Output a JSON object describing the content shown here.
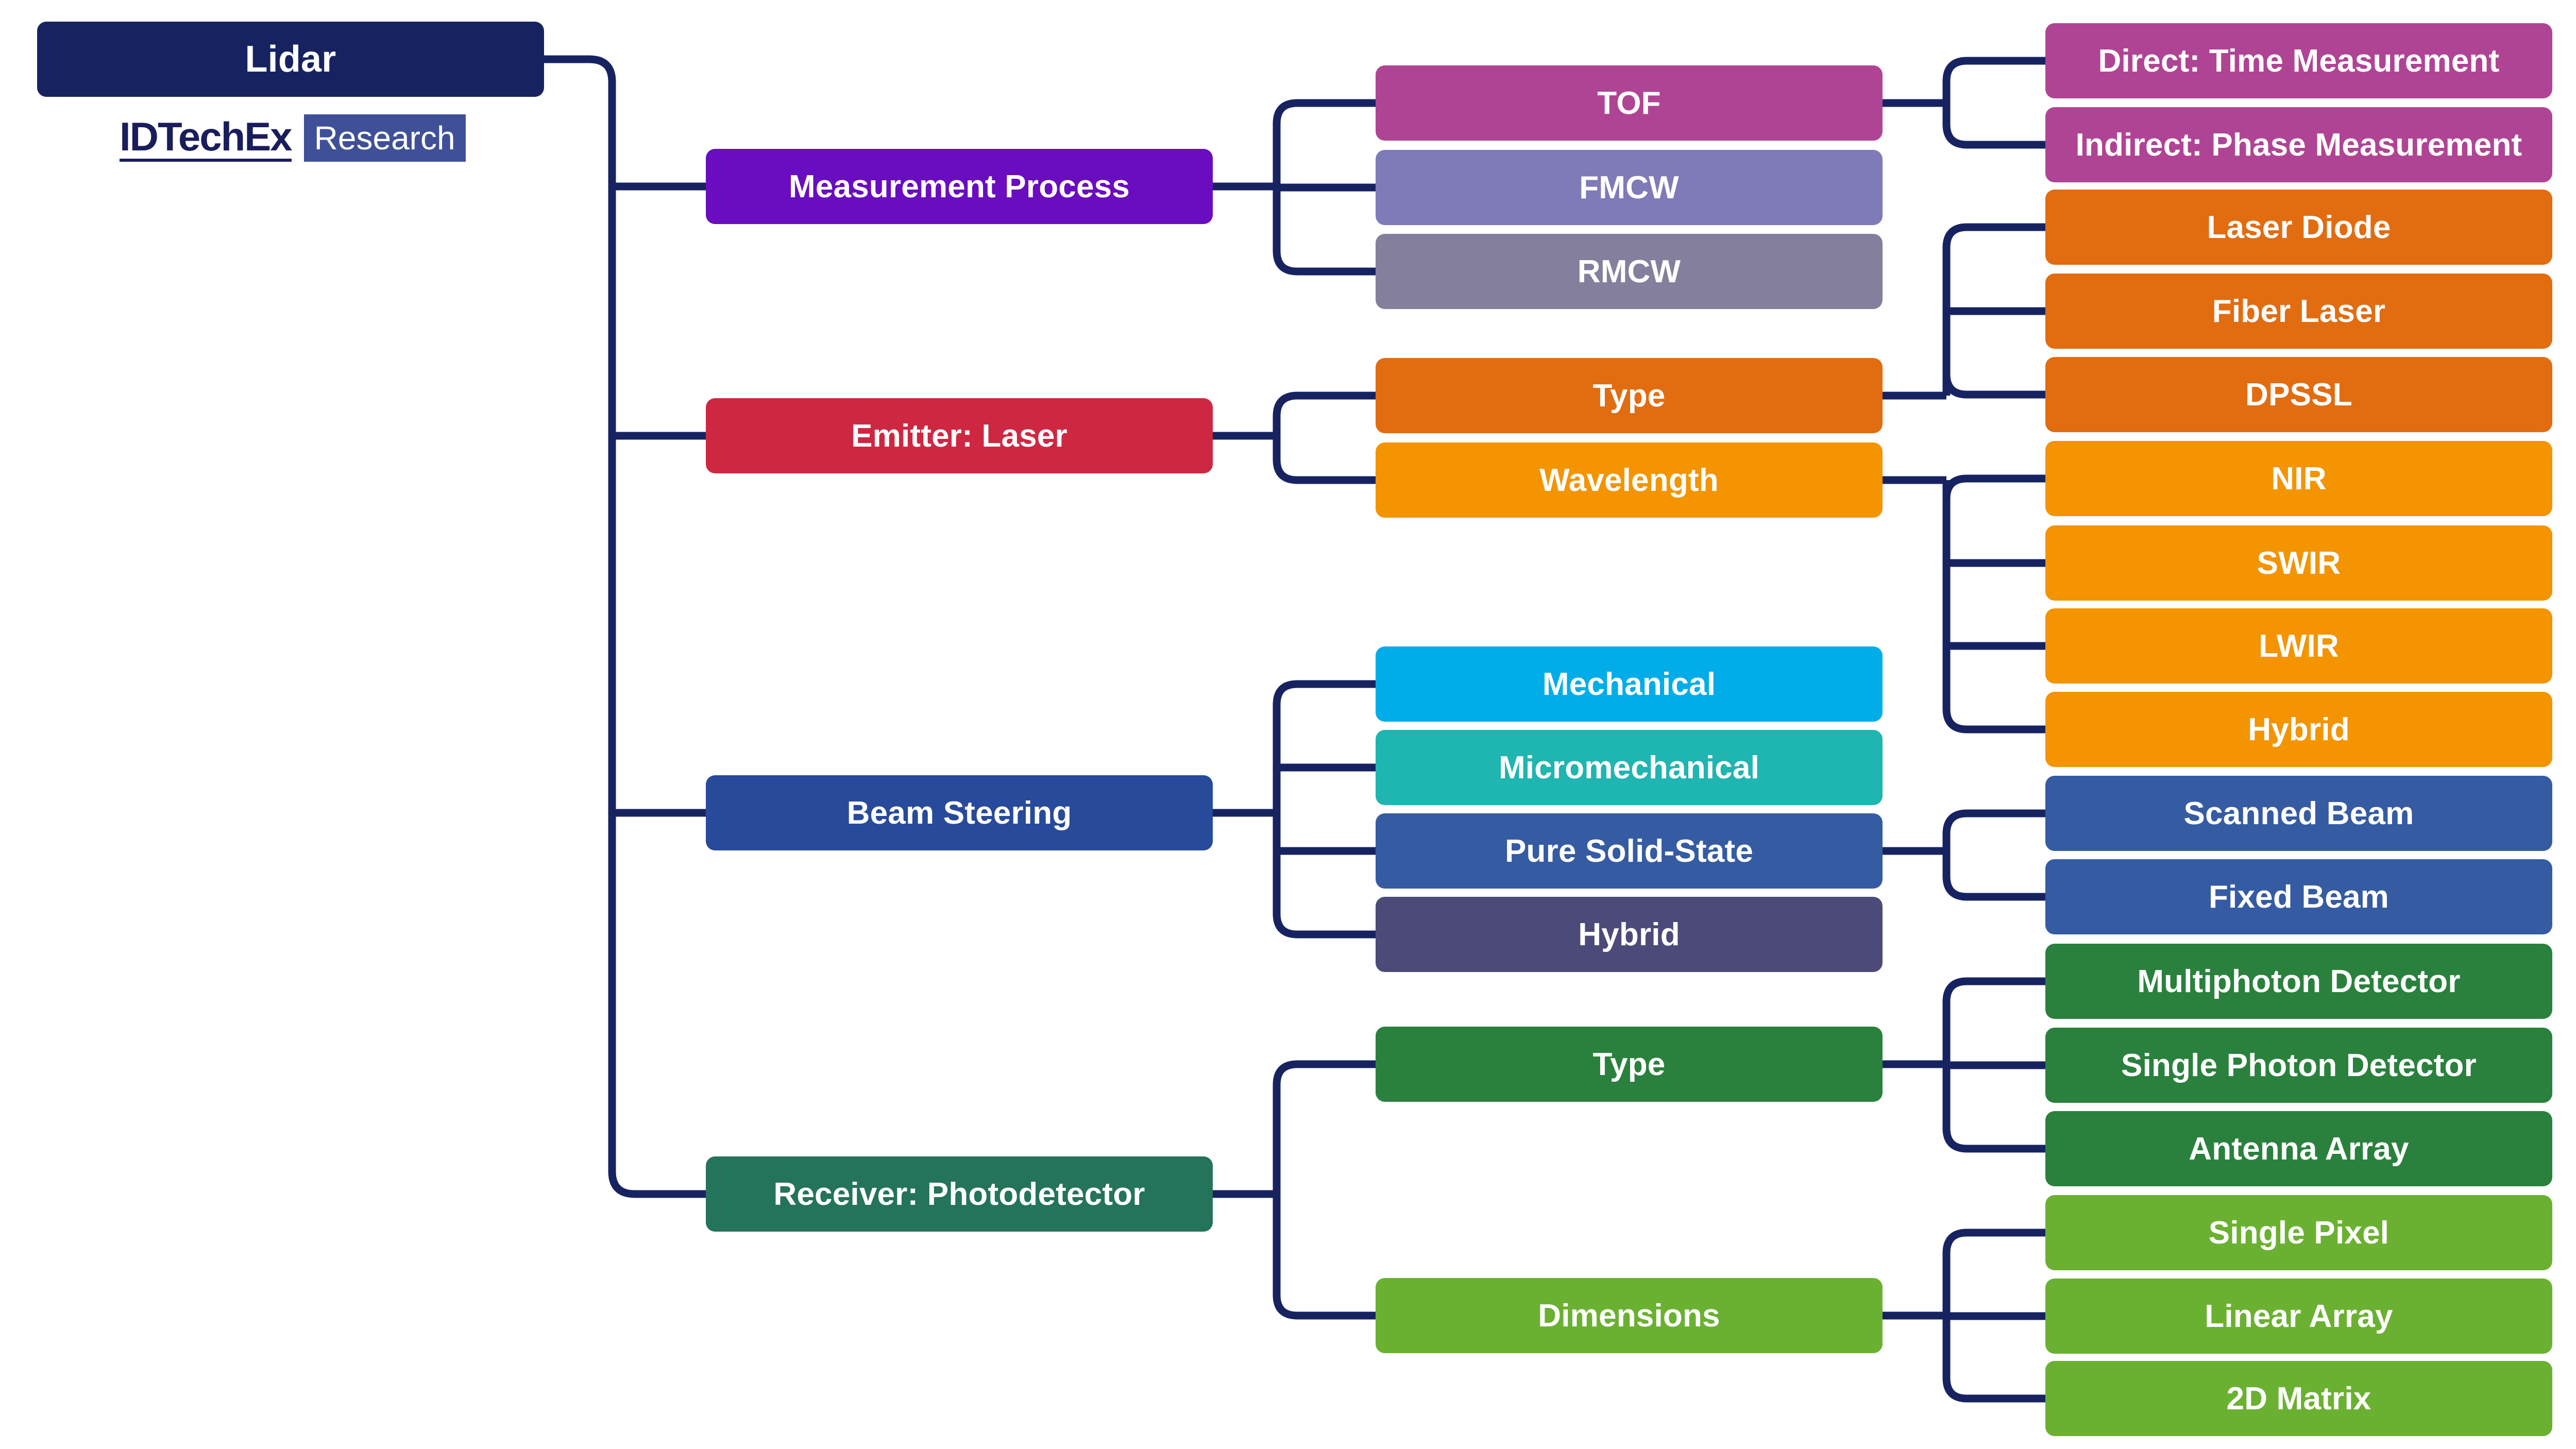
{
  "root": {
    "label": "Lidar",
    "color": "#172361"
  },
  "logo": {
    "name": "IDTechEx",
    "tag": "Research"
  },
  "line_color": "#172361",
  "categories": [
    {
      "label": "Measurement Process",
      "color": "#6a0cbf",
      "children": [
        {
          "label": "TOF",
          "color": "#b04494",
          "children": [
            {
              "label": "Direct: Time Measurement",
              "color": "#b04494"
            },
            {
              "label": "Indirect: Phase Measurement",
              "color": "#b04494"
            }
          ]
        },
        {
          "label": "FMCW",
          "color": "#7f7ab8"
        },
        {
          "label": "RMCW",
          "color": "#847f9c"
        }
      ]
    },
    {
      "label": "Emitter: Laser",
      "color": "#ce2742",
      "children": [
        {
          "label": "Type",
          "color": "#e26c10",
          "children": [
            {
              "label": "Laser Diode",
              "color": "#e26c10"
            },
            {
              "label": "Fiber Laser",
              "color": "#e26c10"
            },
            {
              "label": "DPSSL",
              "color": "#e26c10"
            }
          ]
        },
        {
          "label": "Wavelength",
          "color": "#f39400",
          "children": [
            {
              "label": "NIR",
              "color": "#f39400"
            },
            {
              "label": "SWIR",
              "color": "#f39400"
            },
            {
              "label": "LWIR",
              "color": "#f39400"
            },
            {
              "label": "Hybrid",
              "color": "#f39400"
            }
          ]
        }
      ]
    },
    {
      "label": "Beam Steering",
      "color": "#284a9a",
      "children": [
        {
          "label": "Mechanical",
          "color": "#00ade8"
        },
        {
          "label": "Micromechanical",
          "color": "#1fb5b0"
        },
        {
          "label": "Pure Solid-State",
          "color": "#355ba2",
          "children": [
            {
              "label": "Scanned Beam",
              "color": "#355ba2"
            },
            {
              "label": "Fixed Beam",
              "color": "#355ba2"
            }
          ]
        },
        {
          "label": "Hybrid",
          "color": "#4b4a78"
        }
      ]
    },
    {
      "label": "Receiver: Photodetector",
      "color": "#24735b",
      "children": [
        {
          "label": "Type",
          "color": "#2a813d",
          "children": [
            {
              "label": "Multiphoton Detector",
              "color": "#2a813d"
            },
            {
              "label": "Single Photon Detector",
              "color": "#2a813d"
            },
            {
              "label": "Antenna Array",
              "color": "#2a813d"
            }
          ]
        },
        {
          "label": "Dimensions",
          "color": "#6bb131",
          "children": [
            {
              "label": "Single Pixel",
              "color": "#6bb131"
            },
            {
              "label": "Linear Array",
              "color": "#6bb131"
            },
            {
              "label": "2D Matrix",
              "color": "#6bb131"
            }
          ]
        }
      ]
    }
  ]
}
